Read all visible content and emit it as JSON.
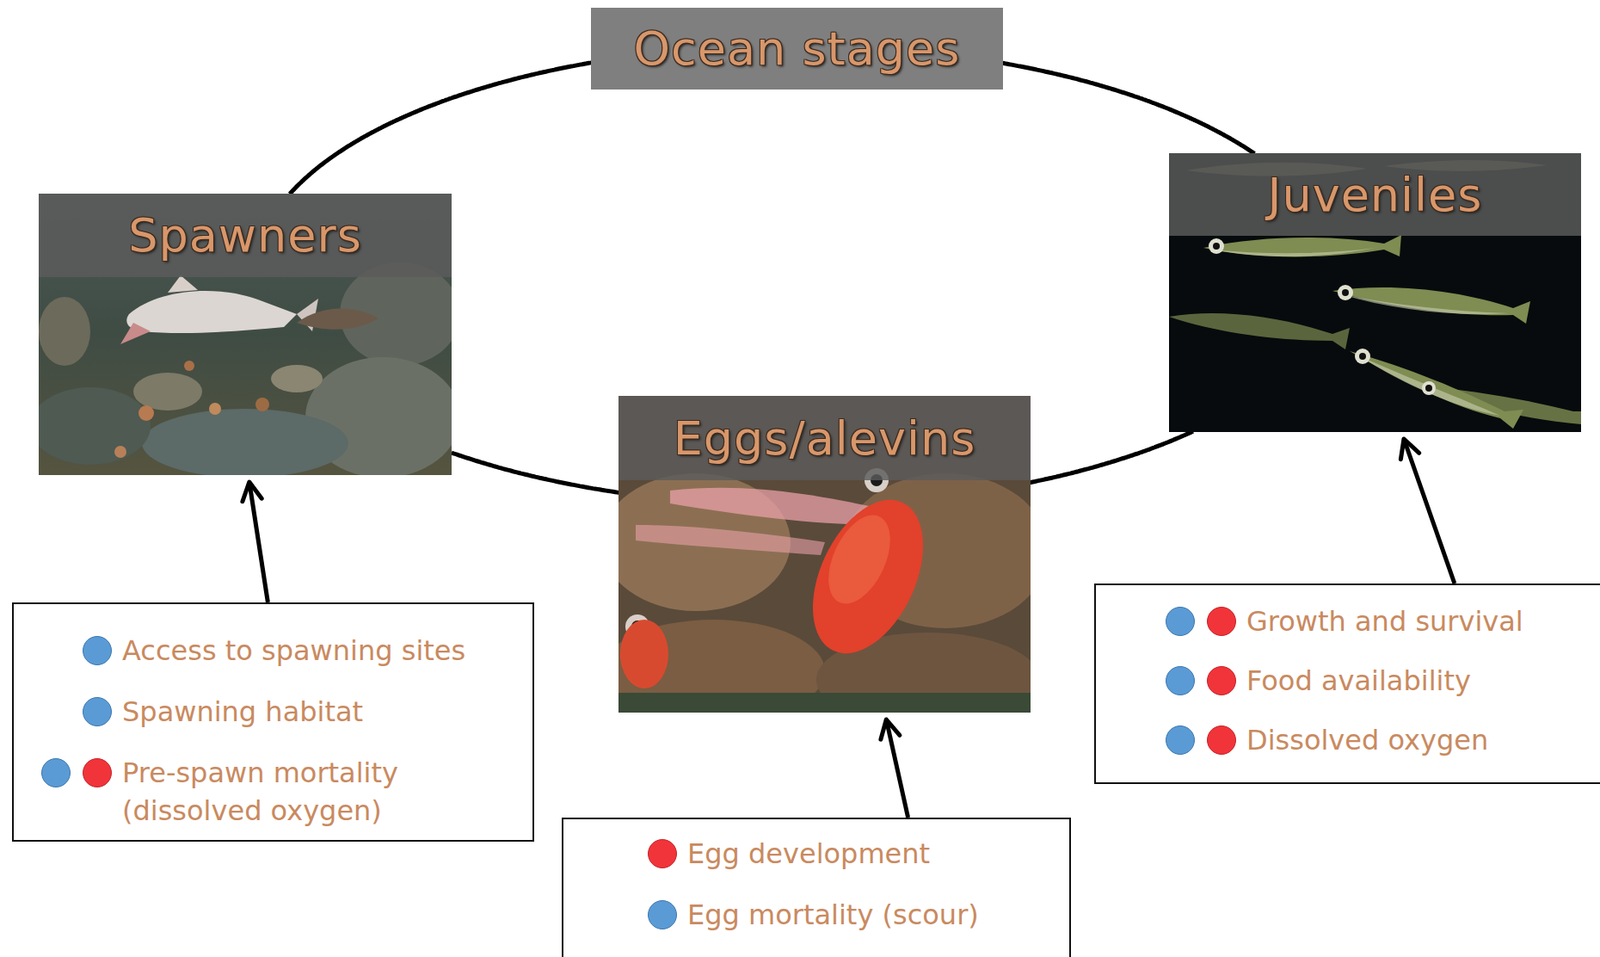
{
  "diagram": {
    "nodes": [
      {
        "text": [
          "Ocean stages"
        ]
      },
      {
        "text": [
          "Spawners"
        ]
      },
      {
        "text": [
          "Eggs/alevins"
        ]
      },
      {
        "text": [
          "Juveniles"
        ]
      },
      {
        "text": [
          "Access to spawning sites",
          "Spawning habitat",
          "Pre-spawn mortality (dissolved oxygen)"
        ]
      },
      {
        "text": [
          "Egg development",
          "Egg mortality (scour)"
        ]
      },
      {
        "text": [
          "Growth and survival",
          "Food availability",
          "Dissolved oxygen"
        ]
      }
    ],
    "edges": [
      {
        "from": 1,
        "to": 0,
        "arrow": "none"
      },
      {
        "from": 0,
        "to": 3,
        "arrow": "none"
      },
      {
        "from": 3,
        "to": 2,
        "arrow": "none"
      },
      {
        "from": 2,
        "to": 1,
        "arrow": "none"
      },
      {
        "from": 4,
        "to": 1,
        "arrow": "to"
      },
      {
        "from": 5,
        "to": 2,
        "arrow": "to"
      },
      {
        "from": 6,
        "to": 3,
        "arrow": "to"
      }
    ]
  }
}
